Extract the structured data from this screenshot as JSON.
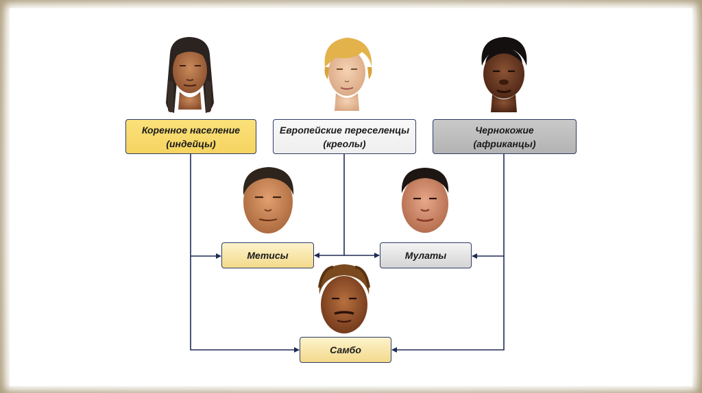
{
  "nodes": {
    "native": {
      "line1": "Коренное население",
      "line2": "(индейцы)",
      "color": "#f7d96a"
    },
    "european": {
      "line1": "Европейские переселенцы",
      "line2": "(креолы)",
      "color": "#f2f2f2"
    },
    "african": {
      "line1": "Чернокожие",
      "line2": "(африканцы)",
      "color": "#bdbdbd"
    },
    "mestizo": {
      "label": "Метисы",
      "color": "#f6e3a5"
    },
    "mulatto": {
      "label": "Мулаты",
      "color": "#e4e4e4"
    },
    "sambo": {
      "label": "Самбо",
      "color": "#f3dc92"
    }
  },
  "colors": {
    "line": "#1f2a55",
    "border": "#2c3a66"
  }
}
